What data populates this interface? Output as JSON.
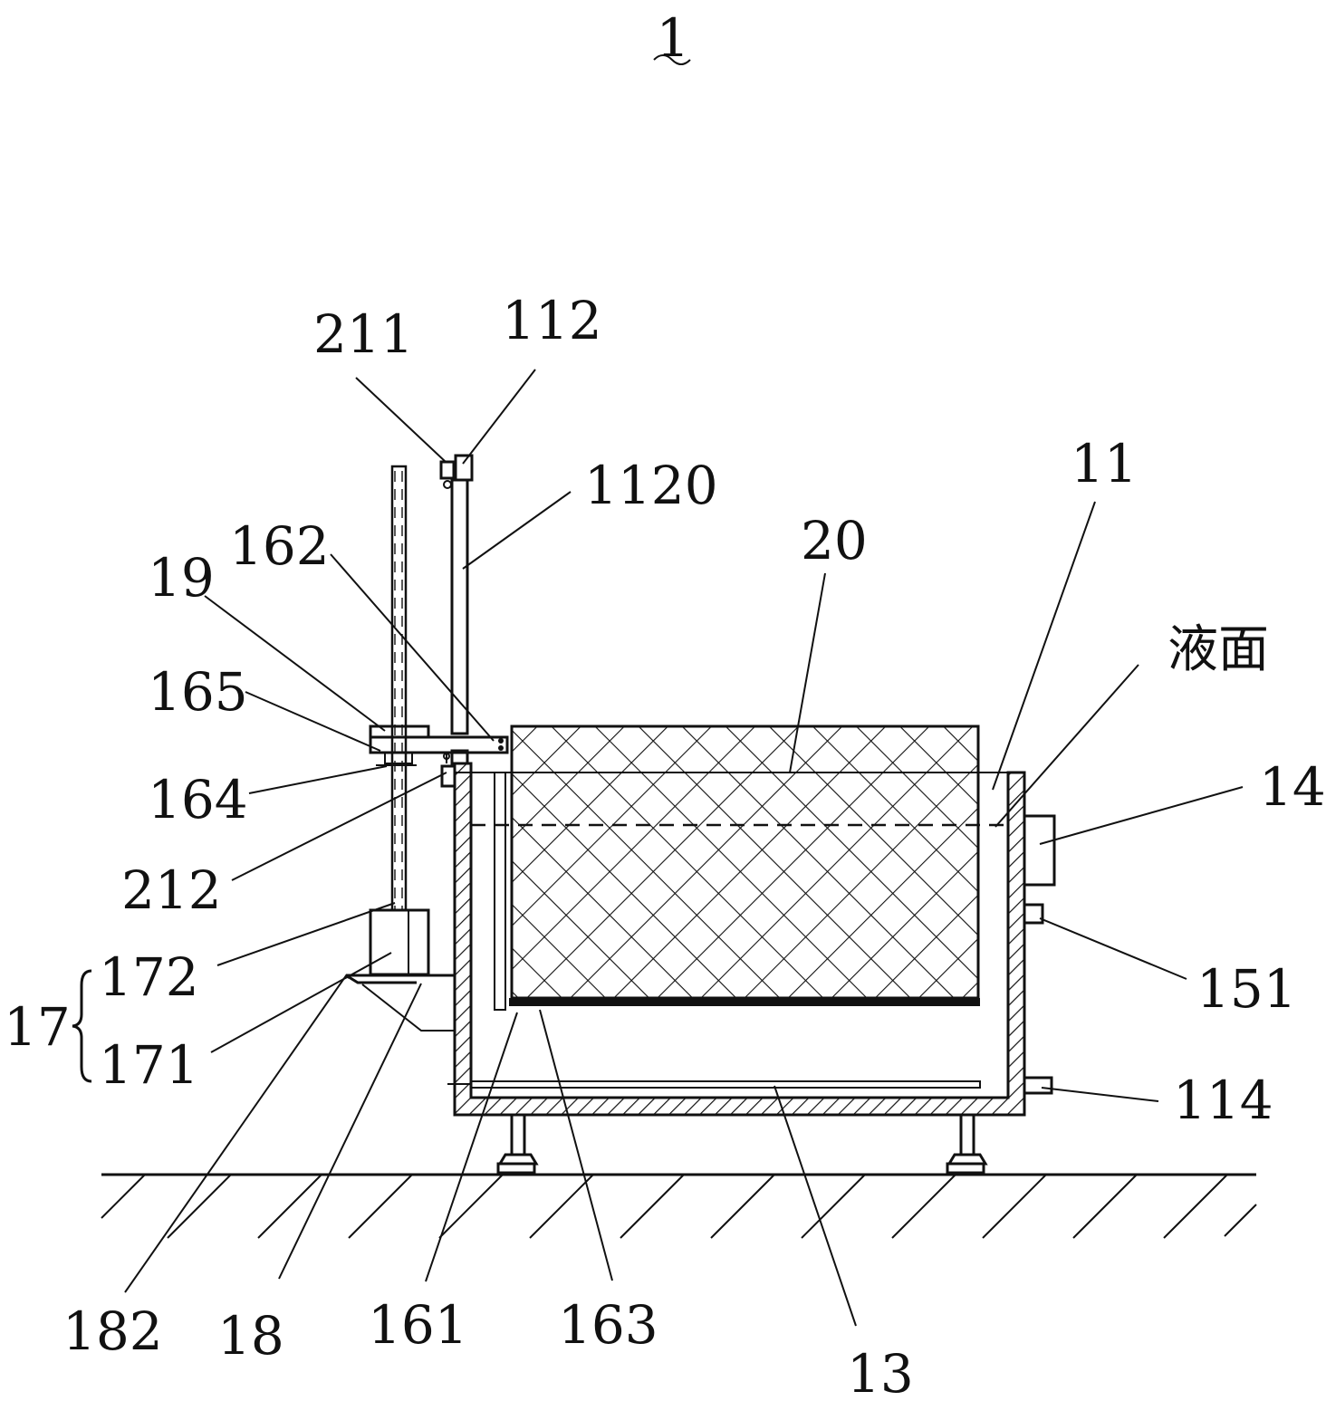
{
  "figure": {
    "number": "1",
    "labels": {
      "l_211": "211",
      "l_112": "112",
      "l_1120": "1120",
      "l_11": "11",
      "l_20": "20",
      "l_162": "162",
      "l_19": "19",
      "l_165": "165",
      "l_164": "164",
      "l_212": "212",
      "l_liquid": "液面",
      "l_14": "14",
      "l_151": "151",
      "l_172": "172",
      "l_17": "17",
      "l_171": "171",
      "l_114": "114",
      "l_182": "182",
      "l_18": "18",
      "l_161": "161",
      "l_163": "163",
      "l_13": "13"
    }
  },
  "colors": {
    "ink": "#111111",
    "paper": "#ffffff"
  }
}
